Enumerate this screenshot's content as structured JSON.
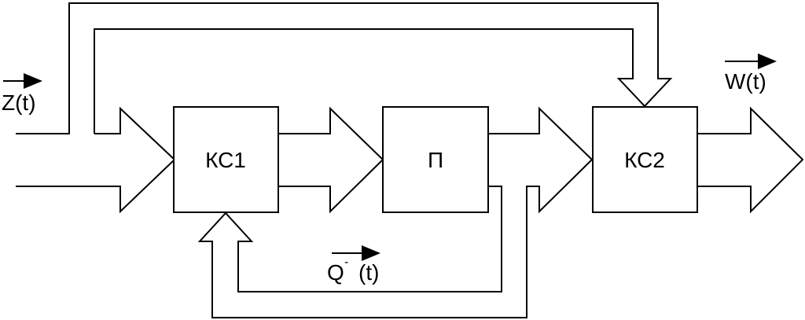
{
  "blocks": {
    "ks1": "КС1",
    "p": "П",
    "ks2": "КС2"
  },
  "signals": {
    "z": "Z(t)",
    "w": "W(t)",
    "q_letter": "Q",
    "q_superscript": "-",
    "q_arg": "(t)"
  },
  "colors": {
    "line": "#000000",
    "background": "#ffffff"
  }
}
